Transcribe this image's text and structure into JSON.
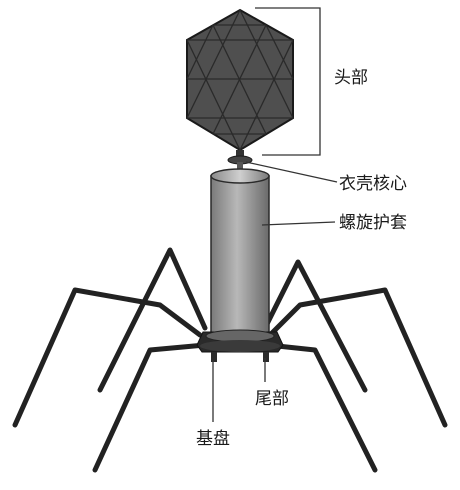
{
  "labels": {
    "head": "头部",
    "collar": "衣壳核心",
    "sheath": "螺旋护套",
    "tail": "尾部",
    "baseplate": "基盘"
  },
  "colors": {
    "background": "#ffffff",
    "head_fill": "#4f4f4f",
    "sheath_fill": "#9a9a9a",
    "legs": "#222222",
    "leader_lines": "#333333",
    "text": "#1a1a1a"
  }
}
